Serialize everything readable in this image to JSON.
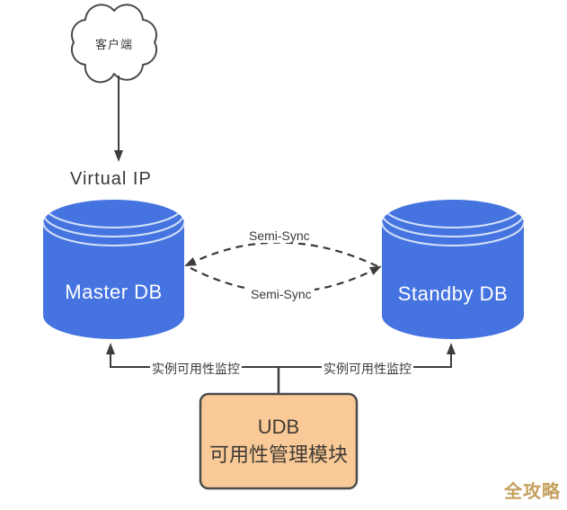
{
  "client": {
    "label": "客户端"
  },
  "virtual_ip": "Virtual IP",
  "master_db": "Master DB",
  "standby_db": "Standby DB",
  "sync": {
    "top": "Semi-Sync",
    "bottom": "Semi-Sync"
  },
  "monitoring": {
    "left": "实例可用性监控",
    "right": "实例可用性监控"
  },
  "udb": {
    "line1": "UDB",
    "line2": "可用性管理模块"
  },
  "watermark": "全攻略",
  "colors": {
    "db_fill": "#4573E0",
    "db_stripe": "#dbe6fa",
    "udb_fill": "#F9CA97",
    "udb_border": "#4c4c4c",
    "line": "#3d3d3d",
    "watermark": "#C69F5C"
  }
}
